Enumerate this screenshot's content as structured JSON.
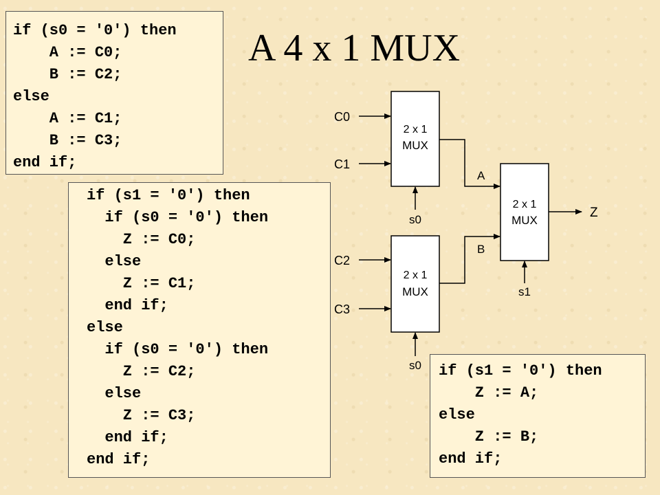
{
  "title": "A 4 x 1 MUX",
  "code_top_left": [
    "if (s0 = '0') then",
    "    A := C0;",
    "    B := C2;",
    "else",
    "    A := C1;",
    "    B := C3;",
    "end if;"
  ],
  "code_middle": [
    "if (s1 = '0') then",
    "  if (s0 = '0') then",
    "    Z := C0;",
    "  else",
    "    Z := C1;",
    "  end if;",
    "else",
    "  if (s0 = '0') then",
    "    Z := C2;",
    "  else",
    "    Z := C3;",
    "  end if;",
    "end if;"
  ],
  "code_bottom_right": [
    "if (s1 = '0') then",
    "    Z := A;",
    "else",
    "    Z := B;",
    "end if;"
  ],
  "diagram": {
    "mux_top": {
      "line1": "2 x 1",
      "line2": "MUX"
    },
    "mux_bottom": {
      "line1": "2 x 1",
      "line2": "MUX"
    },
    "mux_final": {
      "line1": "2 x 1",
      "line2": "MUX"
    },
    "labels": {
      "c0": "C0",
      "c1": "C1",
      "c2": "C2",
      "c3": "C3",
      "a": "A",
      "b": "B",
      "z": "Z",
      "s0_top": "s0",
      "s0_bottom": "s0",
      "s1": "s1"
    }
  }
}
